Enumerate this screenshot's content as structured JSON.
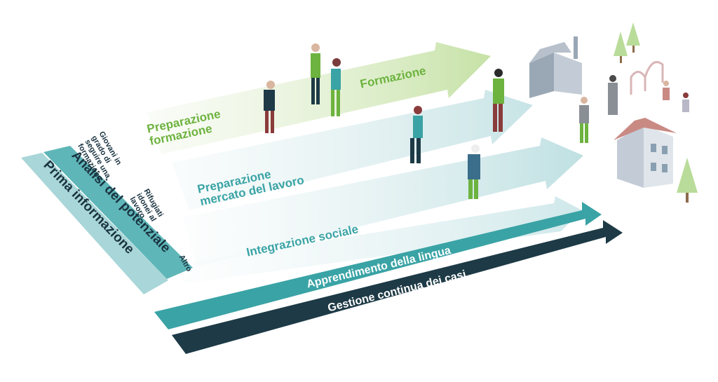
{
  "colors": {
    "green": "#6db33f",
    "teal": "#3aa3a5",
    "navy": "#1d3a46",
    "light_teal": "#a9d6d8",
    "light_green": "#c6e2a6"
  },
  "sidebar": {
    "prima_informazione": "Prima informazione",
    "analisi_potenziale": "Analisi del potenziale"
  },
  "groups": {
    "giovani": [
      "Giovani in",
      "grado di",
      "seguire una",
      "formazione"
    ],
    "rifugiati": [
      "Rifugiati",
      "idonei al",
      "lavoro"
    ],
    "altro": "Altro"
  },
  "stages": {
    "prep_formazione": [
      "Preparazione",
      "formazione"
    ],
    "formazione": "Formazione",
    "prep_mercato": [
      "Preparazione",
      "mercato del lavoro"
    ],
    "integrazione": "Integrazione sociale"
  },
  "bars": {
    "lingua": "Apprendimento della lingua",
    "casi": "Gestione continua dei casi"
  },
  "scene_icons": [
    "factory-icon",
    "house-icon",
    "tree-icon",
    "playground-icon",
    "person-icon"
  ]
}
